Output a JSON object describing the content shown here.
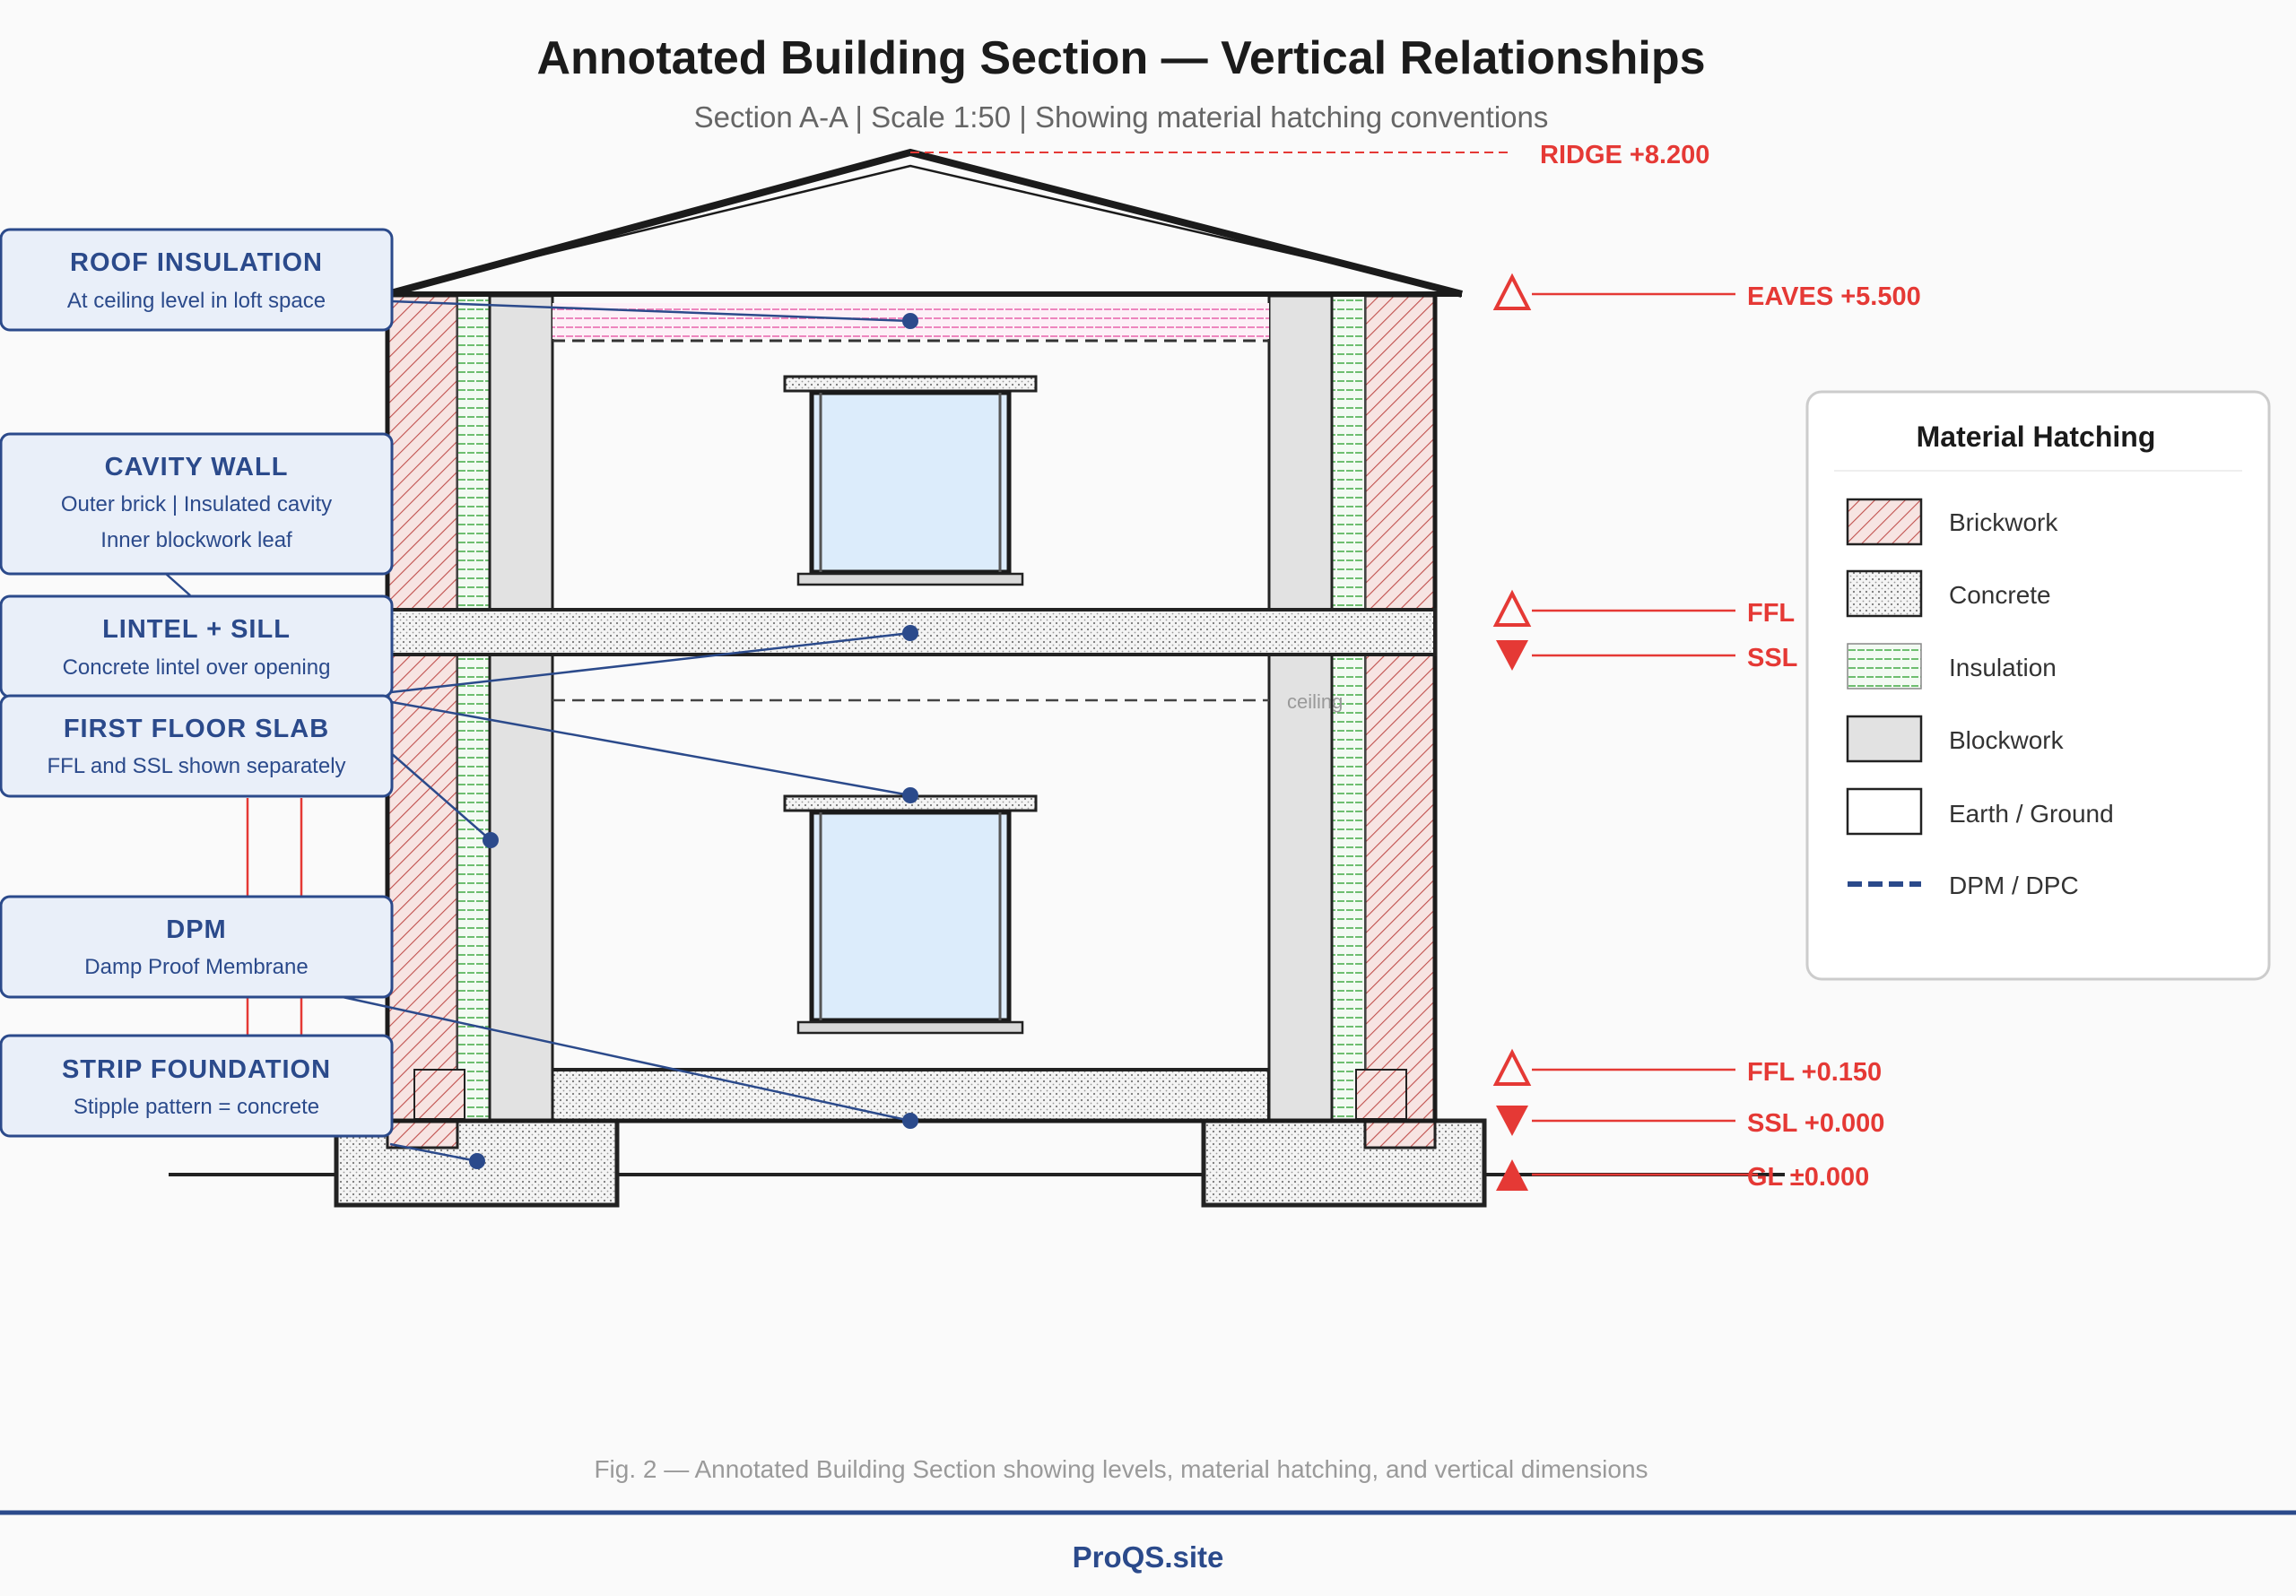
{
  "title": "Annotated Building Section — Vertical Relationships",
  "subtitle": "Section A-A | Scale 1:50 | Showing material hatching conventions",
  "levels": {
    "ridge": "RIDGE +8.200",
    "eaves": "EAVES +5.500",
    "ffl_upper": "FFL",
    "ssl_upper": "SSL",
    "ffl_ground": "FFL +0.150",
    "ssl_ground": "SSL +0.000",
    "gl": "GL ±0.000"
  },
  "ceiling_label": "ceiling",
  "callouts": [
    {
      "title": "ROOF INSULATION",
      "lines": [
        "At ceiling level in loft space"
      ]
    },
    {
      "title": "CAVITY WALL",
      "lines": [
        "Outer brick | Insulated cavity",
        "Inner blockwork leaf"
      ]
    },
    {
      "title": "LINTEL + SILL",
      "lines": [
        "Concrete lintel over opening"
      ]
    },
    {
      "title": "FIRST FLOOR SLAB",
      "lines": [
        "FFL and SSL shown separately"
      ]
    },
    {
      "title": "DPM",
      "lines": [
        "Damp Proof Membrane"
      ]
    },
    {
      "title": "STRIP FOUNDATION",
      "lines": [
        "Stipple pattern = concrete"
      ]
    }
  ],
  "legend": {
    "title": "Material Hatching",
    "items": [
      {
        "label": "Brickwork",
        "pattern": "brick"
      },
      {
        "label": "Concrete",
        "pattern": "concrete"
      },
      {
        "label": "Insulation",
        "pattern": "insulation"
      },
      {
        "label": "Blockwork",
        "pattern": "block"
      },
      {
        "label": "Earth / Ground",
        "pattern": "earth"
      },
      {
        "label": "DPM / DPC",
        "pattern": "dpm"
      }
    ]
  },
  "caption": "Fig. 2 — Annotated Building Section showing levels, material hatching, and vertical dimensions",
  "footer": "ProQS.site",
  "colors": {
    "accent": "#2b4a8b",
    "level": "#e53935",
    "brick": "#c0504d",
    "insulation": "#4caf50",
    "glass": "#dcecfb",
    "block": "#e2e2e2",
    "roof_insulation": "#e96bb0"
  }
}
